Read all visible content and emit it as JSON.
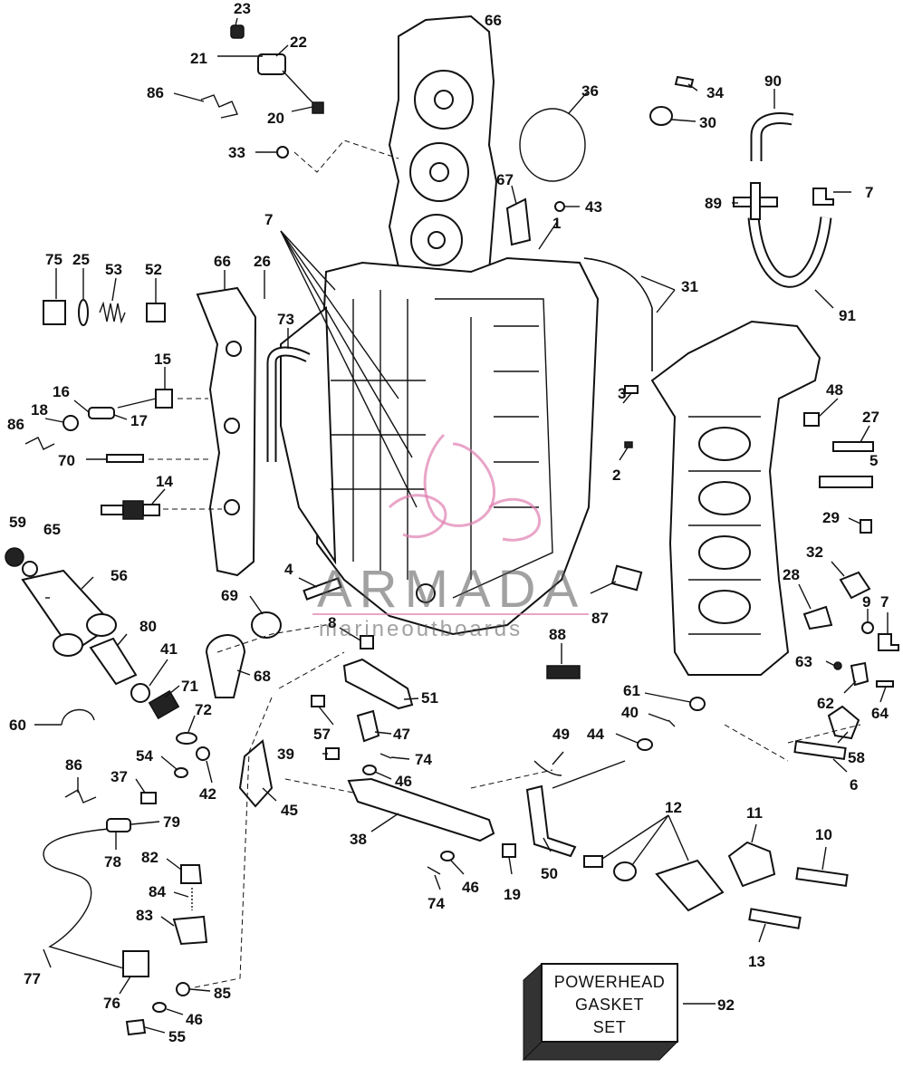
{
  "watermark": {
    "brand": "ARMADA",
    "tagline": "marineoutboards"
  },
  "kit_box": {
    "lines": [
      "POWERHEAD",
      "GASKET",
      "SET"
    ],
    "callout": "92"
  },
  "callouts": {
    "c1": "1",
    "c2": "2",
    "c3": "3",
    "c4": "4",
    "c5": "5",
    "c6": "6",
    "c7a": "7",
    "c7b": "7",
    "c7c": "7",
    "c8": "8",
    "c9": "9",
    "c10": "10",
    "c11": "11",
    "c12": "12",
    "c13": "13",
    "c14": "14",
    "c15": "15",
    "c16": "16",
    "c17": "17",
    "c18": "18",
    "c19": "19",
    "c20": "20",
    "c21": "21",
    "c22": "22",
    "c23": "23",
    "c25": "25",
    "c26": "26",
    "c27": "27",
    "c28": "28",
    "c29": "29",
    "c30": "30",
    "c31": "31",
    "c32": "32",
    "c33": "33",
    "c34": "34",
    "c36": "36",
    "c37": "37",
    "c38": "38",
    "c39": "39",
    "c40": "40",
    "c41": "41",
    "c42": "42",
    "c43": "43",
    "c44": "44",
    "c45": "45",
    "c46a": "46",
    "c46b": "46",
    "c46c": "46",
    "c47": "47",
    "c48": "48",
    "c49": "49",
    "c50": "50",
    "c51": "51",
    "c52": "52",
    "c53": "53",
    "c54": "54",
    "c55": "55",
    "c56": "56",
    "c57": "57",
    "c58": "58",
    "c59": "59",
    "c60": "60",
    "c61": "61",
    "c62": "62",
    "c63": "63",
    "c64": "64",
    "c65": "65",
    "c66a": "66",
    "c66b": "66",
    "c67": "67",
    "c68": "68",
    "c69": "69",
    "c70": "70",
    "c71": "71",
    "c72": "72",
    "c73": "73",
    "c74a": "74",
    "c74b": "74",
    "c75": "75",
    "c76": "76",
    "c77": "77",
    "c78": "78",
    "c79": "79",
    "c80": "80",
    "c82": "82",
    "c83": "83",
    "c84": "84",
    "c85": "85",
    "c86a": "86",
    "c86b": "86",
    "c86c": "86",
    "c87": "87",
    "c88": "88",
    "c89": "89",
    "c90": "90",
    "c91": "91"
  }
}
